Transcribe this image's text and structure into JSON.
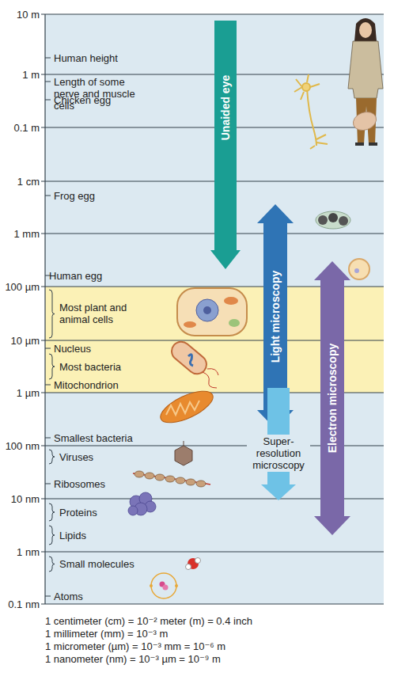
{
  "diagram": {
    "nodes": [
      {
        "text": [
          "Unaided eye"
        ]
      },
      {
        "text": [
          "Light microscopy"
        ]
      },
      {
        "text": [
          "Super-resolution microscopy"
        ]
      },
      {
        "text": [
          "Electron microscopy"
        ]
      }
    ],
    "labels": [
      "10 m",
      "1 m",
      "0.1 m",
      "1 cm",
      "1 mm",
      "100 µm",
      "10 µm",
      "1 µm",
      "100 nm",
      "10 nm",
      "1 nm",
      "0.1 nm",
      "Human height",
      "Length of some nerve and muscle cells",
      "Chicken egg",
      "Frog egg",
      "Human egg",
      "Most plant and animal cells",
      "Nucleus",
      "Most bacteria",
      "Mitochondrion",
      "Smallest bacteria",
      "Viruses",
      "Ribosomes",
      "Proteins",
      "Lipids",
      "Small molecules",
      "Atoms",
      "1 centimeter (cm) = 10⁻² meter (m) = 0.4 inch",
      "1 millimeter (mm) = 10⁻³ m",
      "1 micrometer (µm) = 10⁻³ mm = 10⁻⁶ m",
      "1 nanometer (nm) = 10⁻³ µm = 10⁻⁹ m"
    ]
  }
}
